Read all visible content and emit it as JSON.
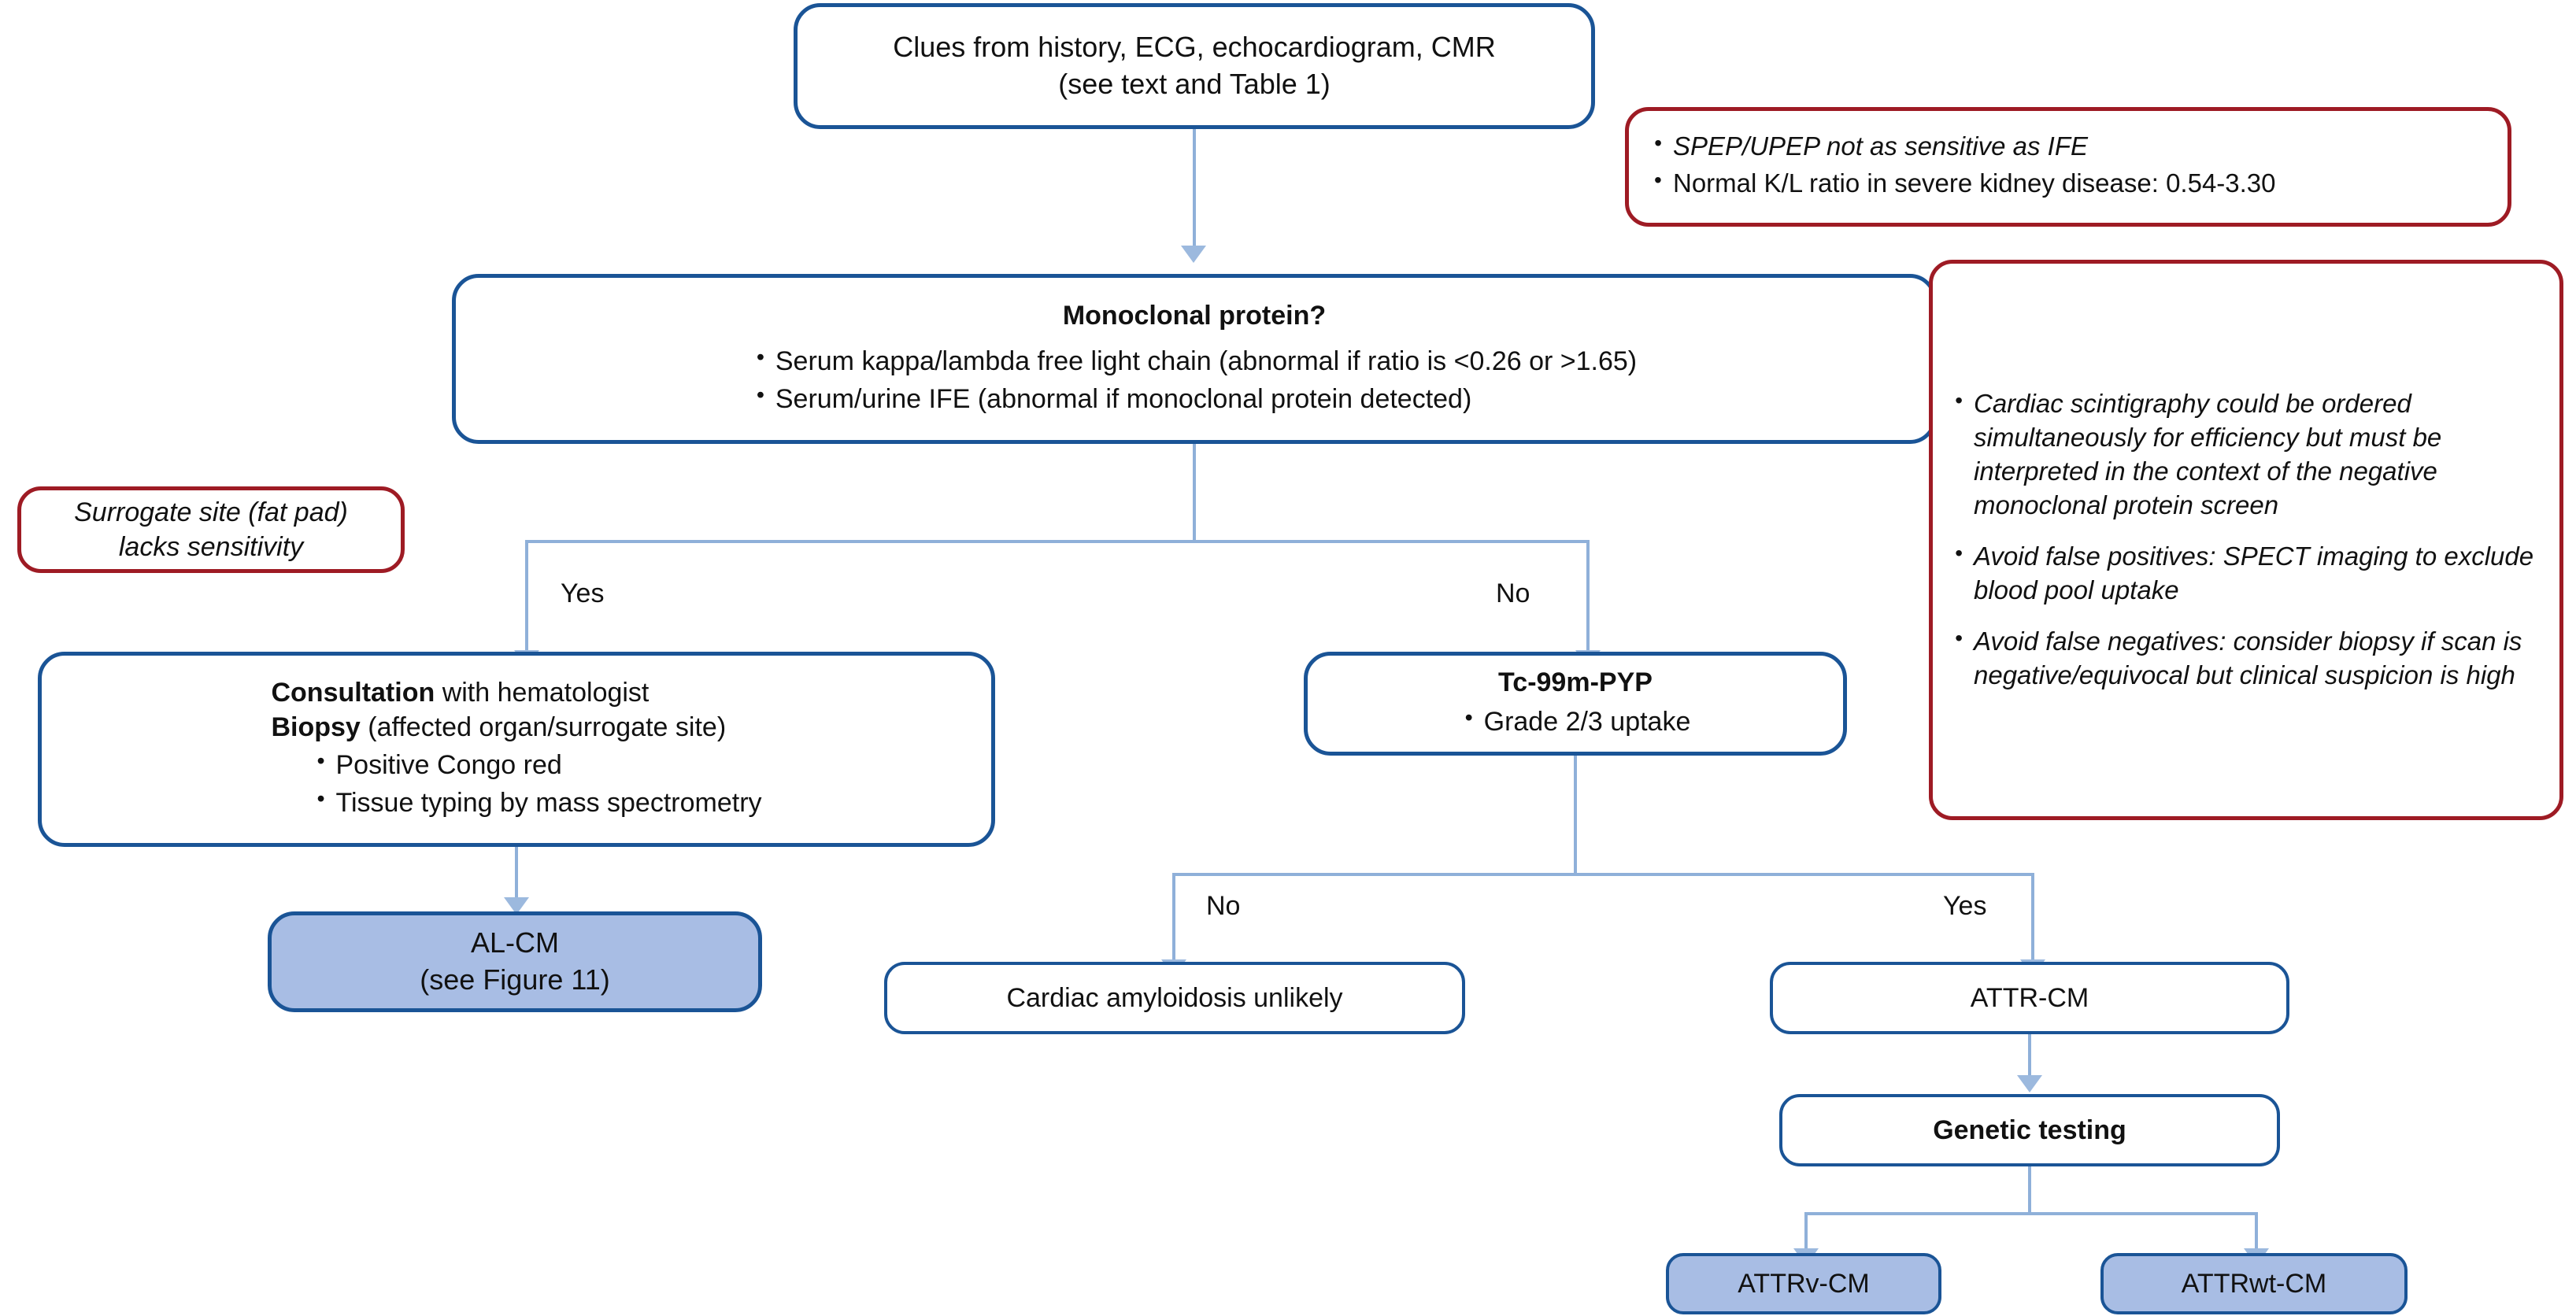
{
  "colors": {
    "node_border_blue": "#1a5496",
    "callout_border_red": "#9e1b24",
    "filled_node_bg": "#a8bde4",
    "connector_blue": "#8fb0d9",
    "text": "#111111",
    "page_bg": "#ffffff"
  },
  "nodes": {
    "clues": {
      "line1": "Clues from history, ECG, echocardiogram, CMR",
      "line2": "(see text and Table 1)"
    },
    "monoclonal": {
      "title": "Monoclonal protein?",
      "bullets": [
        "Serum kappa/lambda free light chain (abnormal if ratio is <0.26 or >1.65)",
        "Serum/urine IFE (abnormal if monoclonal protein detected)"
      ]
    },
    "consult_biopsy": {
      "line1_bold": "Consultation",
      "line1_rest": " with hematologist",
      "line2_bold": "Biopsy",
      "line2_rest": " (affected organ/surrogate site)",
      "bullets": [
        "Positive Congo red",
        "Tissue typing by mass spectrometry"
      ]
    },
    "al_cm": {
      "line1": "AL-CM",
      "line2": "(see Figure 11)"
    },
    "pyp": {
      "title": "Tc-99m-PYP",
      "bullets": [
        "Grade 2/3 uptake"
      ]
    },
    "unlikely": {
      "label": "Cardiac amyloidosis unlikely"
    },
    "attr_cm": {
      "label": "ATTR-CM"
    },
    "genetic": {
      "label": "Genetic testing"
    },
    "attrv": {
      "label": "ATTRv-CM"
    },
    "attrwt": {
      "label": "ATTRwt-CM"
    }
  },
  "callouts": {
    "spep": {
      "bullets": [
        "SPEP/UPEP not as sensitive as IFE",
        "Normal K/L ratio in severe kidney disease: 0.54-3.30"
      ]
    },
    "surrogate": {
      "line1": "Surrogate site (fat pad)",
      "line2": "lacks sensitivity"
    },
    "scintigraphy": {
      "bullets": [
        "Cardiac scintigraphy could be ordered simultaneously for efficiency but must be interpreted in the context of the negative monoclonal protein screen",
        "Avoid false positives: SPECT imaging to exclude blood pool uptake",
        "Avoid false negatives: consider biopsy if scan is negative/equivocal but clinical suspicion is high"
      ]
    }
  },
  "edge_labels": {
    "monoclonal_yes": "Yes",
    "monoclonal_no": "No",
    "pyp_no": "No",
    "pyp_yes": "Yes"
  }
}
